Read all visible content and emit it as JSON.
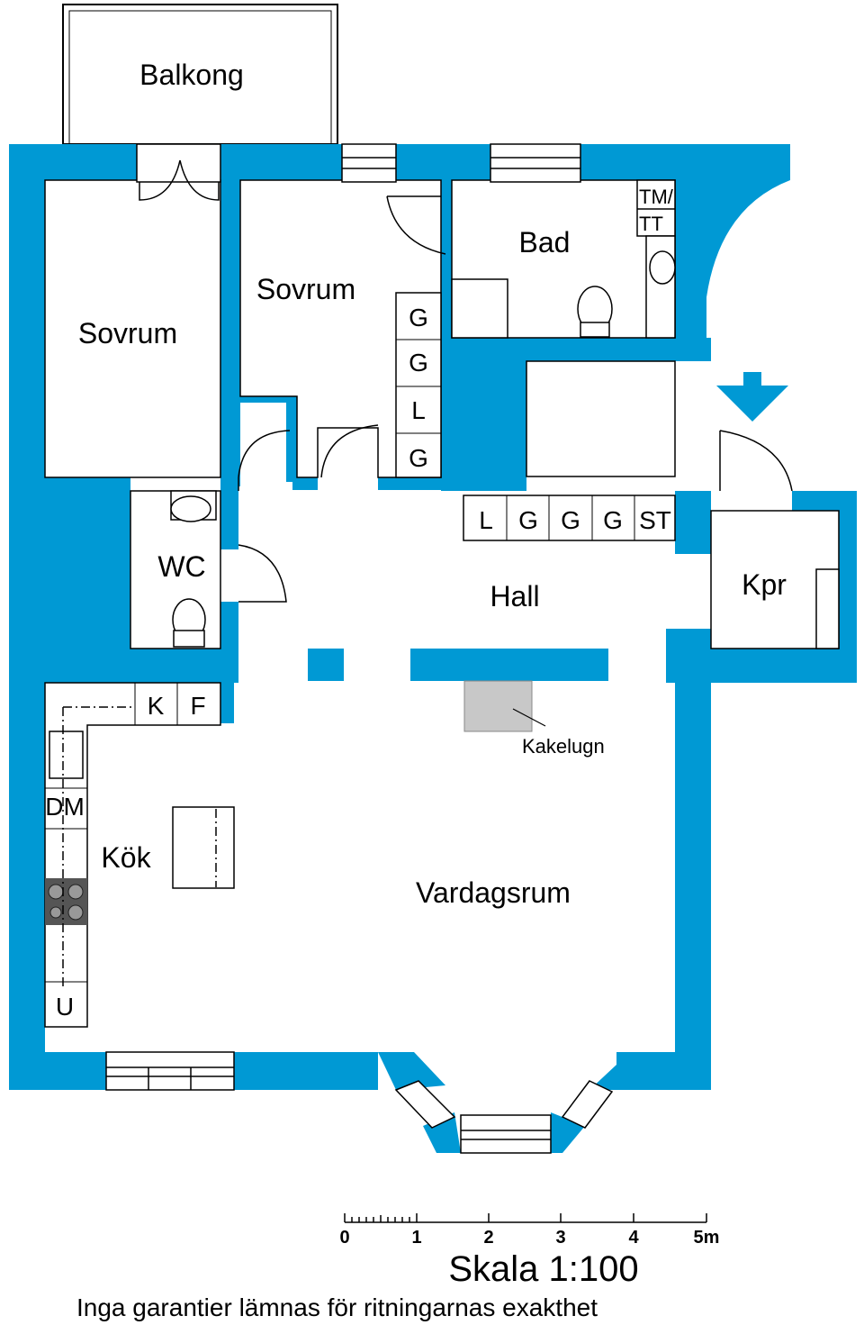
{
  "colors": {
    "wall": "#0099d4",
    "line": "#000000",
    "fireplace": "#c8c8c8",
    "stove": "#555555"
  },
  "rooms": {
    "balkong": "Balkong",
    "sovrum_left": "Sovrum",
    "sovrum_mid": "Sovrum",
    "bad": "Bad",
    "wc": "WC",
    "hall": "Hall",
    "kpr": "Kpr",
    "kok": "Kök",
    "vardagsrum": "Vardagsrum"
  },
  "fixtures": {
    "tm_tt_line1": "TM/",
    "tm_tt_line2": "TT",
    "kakelugn": "Kakelugn",
    "closet_column": [
      "G",
      "G",
      "L",
      "G"
    ],
    "closet_row": [
      "L",
      "G",
      "G",
      "G",
      "ST"
    ],
    "kitchen_top": [
      "K",
      "F"
    ],
    "kitchen_dm": "DM",
    "kitchen_u": "U"
  },
  "entrance_icon": "arrow-down-icon",
  "scale": {
    "ticks": [
      "0",
      "1",
      "2",
      "3",
      "4",
      "5m"
    ],
    "title": "Skala 1:100"
  },
  "disclaimer": "Inga garantier lämnas för ritningarnas exakthet"
}
